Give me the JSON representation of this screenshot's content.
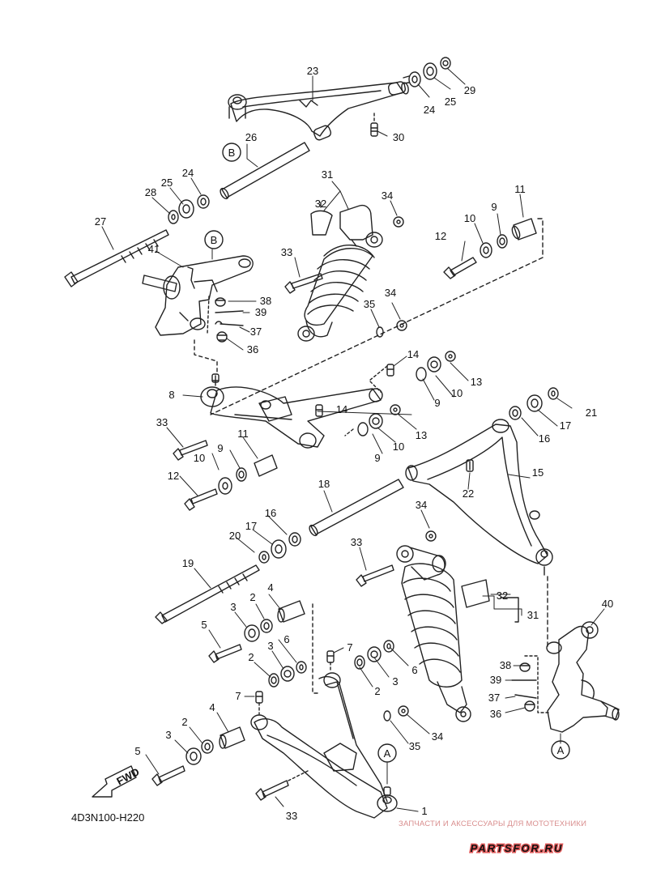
{
  "diagram": {
    "code": "4D3N100-H220",
    "fwd_label": "FWD",
    "ref_a": "A",
    "ref_b": "B",
    "callouts": [
      "1",
      "2",
      "3",
      "4",
      "5",
      "6",
      "7",
      "8",
      "9",
      "10",
      "11",
      "12",
      "13",
      "14",
      "15",
      "16",
      "17",
      "18",
      "19",
      "20",
      "21",
      "22",
      "23",
      "24",
      "25",
      "26",
      "27",
      "28",
      "29",
      "30",
      "31",
      "32",
      "33",
      "34",
      "35",
      "36",
      "37",
      "38",
      "39",
      "40",
      "41"
    ]
  },
  "watermark": {
    "caption": "ЗАПЧАСТИ И АКСЕССУАРЫ ДЛЯ МОТОТЕХНИКИ",
    "logo": "PARTSFOR.RU",
    "color": "#e05a5a"
  }
}
